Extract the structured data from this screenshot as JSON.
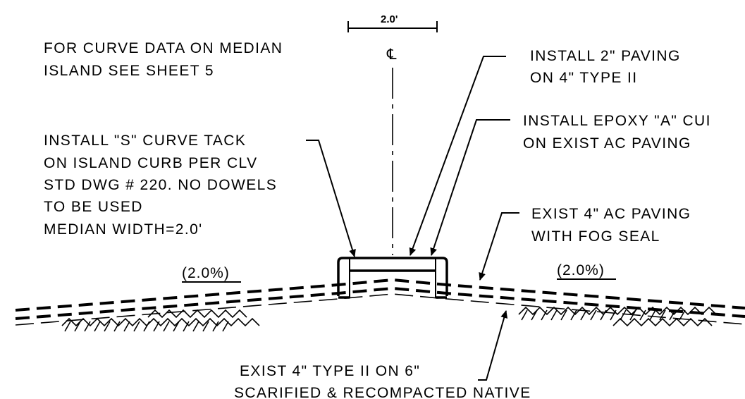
{
  "dimension": {
    "width_label": "2.0'"
  },
  "centerline": {
    "symbol": "℄"
  },
  "notes": {
    "curve_data": [
      "FOR CURVE DATA ON MEDIAN",
      "ISLAND SEE SHEET 5"
    ],
    "install_paving": [
      "INSTALL 2\" PAVING",
      "ON 4\" TYPE II"
    ],
    "install_epoxy": [
      "INSTALL EPOXY \"A\" CUI",
      "ON EXIST AC PAVING"
    ],
    "install_s_curve": [
      "INSTALL \"S\" CURVE TACK",
      "ON ISLAND CURB PER CLV",
      "STD DWG # 220. NO DOWELS",
      "TO BE USED",
      "MEDIAN WIDTH=2.0'"
    ],
    "exist_ac": [
      "EXIST 4\" AC PAVING",
      "WITH FOG SEAL"
    ],
    "exist_type2": [
      "EXIST 4\" TYPE II ON 6\"",
      "SCARIFIED & RECOMPACTED NATIVE"
    ]
  },
  "slopes": {
    "left": "(2.0%)",
    "right": "(2.0%)"
  }
}
